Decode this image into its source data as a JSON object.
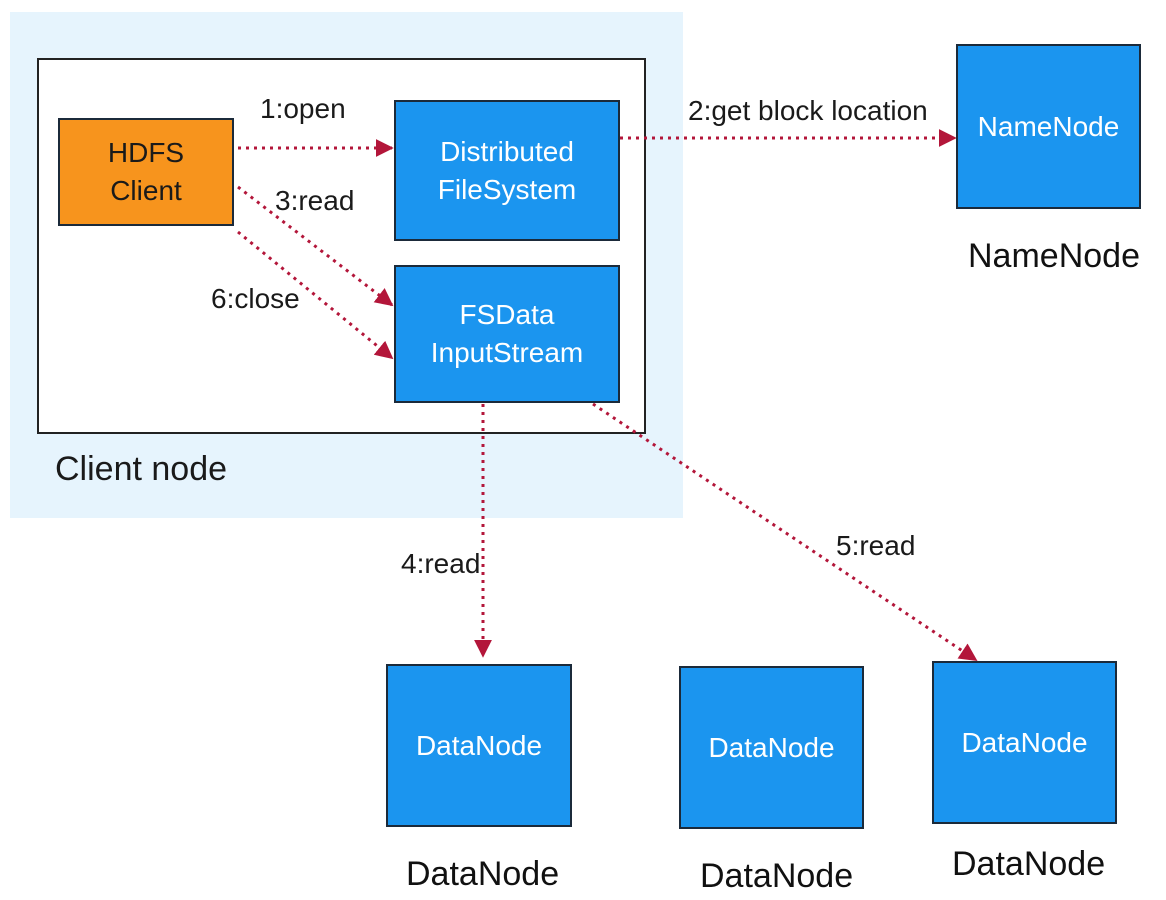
{
  "client_node": {
    "label": "Client node"
  },
  "components": {
    "hdfs_client": [
      "HDFS",
      "Client"
    ],
    "distributed_filesystem": [
      "Distributed",
      "FileSystem"
    ],
    "fsdata_inputstream": [
      "FSData",
      "InputStream"
    ],
    "namenode_box": "NameNode",
    "namenode_label": "NameNode",
    "datanodes": [
      {
        "box": "DataNode",
        "label": "DataNode"
      },
      {
        "box": "DataNode",
        "label": "DataNode"
      },
      {
        "box": "DataNode",
        "label": "DataNode"
      }
    ]
  },
  "edges": {
    "open": "1:open",
    "get_block_location": "2:get block location",
    "read_3": "3:read",
    "read_4": "4:read",
    "read_5": "5:read",
    "close": "6:close"
  },
  "colors": {
    "background": "#e6f4fd",
    "blue_box": "#1b95ef",
    "orange_box": "#f7941d",
    "arrow": "#b3163a"
  }
}
